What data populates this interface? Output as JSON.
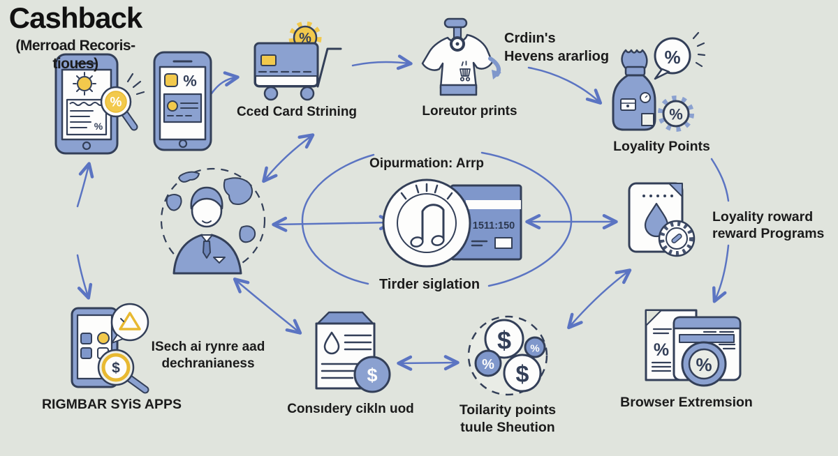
{
  "glyphs": {
    "percent": "%",
    "dollar": "$"
  },
  "colors": {
    "background": "#e0e4dd",
    "arrow": "#5b74c2",
    "outline": "#333f58",
    "blue": "#8ba1d0",
    "yellow": "#f2c94c",
    "ink": "#1b1b1b"
  },
  "titles": {
    "main": "Cashback",
    "subtitle": "(Merroad Recoris-tioues)"
  },
  "labels": {
    "card_string": "Cced Card Strining",
    "tshirt_note1": "Crdiın's",
    "tshirt_note2": "Hevens ararliog",
    "tshirt": "Loreutor prints",
    "loyalty": "Loyality Points",
    "center_top": "Oipurmation: Arrp",
    "center_bottom": "Tirder siglation",
    "card_number": "1511:150",
    "reward1": "Loyality roward",
    "reward2": "reward Programs",
    "apps_note1": "ISech ai rynre aad",
    "apps_note2": "dechranianess",
    "apps": "RIGMBAR SYiS APPS",
    "doc": "Consıdery cikln  uod",
    "points1": "Toilarity points",
    "points2": "tuule Sheution",
    "browser": "Browser Extremsion"
  }
}
